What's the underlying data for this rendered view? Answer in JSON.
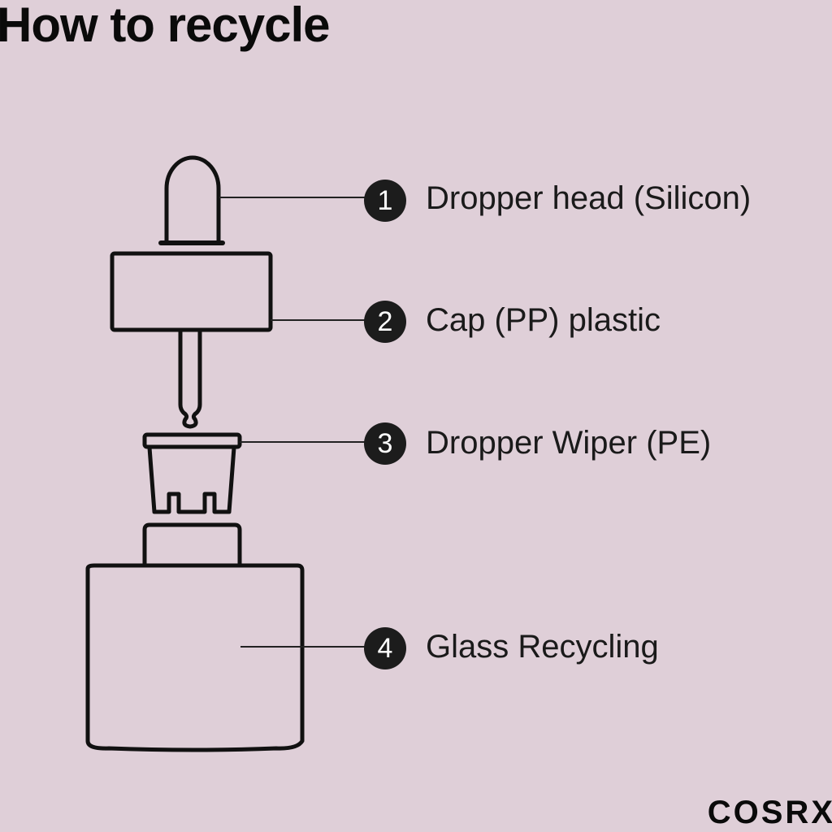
{
  "title": "How to recycle",
  "brand": "COSRX",
  "parts": [
    {
      "number": "1",
      "label": "Dropper head (Silicon)"
    },
    {
      "number": "2",
      "label": "Cap (PP) plastic"
    },
    {
      "number": "3",
      "label": "Dropper Wiper (PE)"
    },
    {
      "number": "4",
      "label": "Glass Recycling"
    }
  ],
  "colors": {
    "background": "#dfcfd8",
    "ink": "#1c1c1c"
  }
}
